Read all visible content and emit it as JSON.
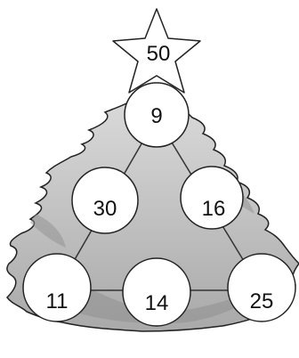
{
  "star": {
    "value": "50"
  },
  "circles": [
    {
      "id": "top",
      "value": "9"
    },
    {
      "id": "mid-left",
      "value": "30"
    },
    {
      "id": "mid-right",
      "value": "16"
    },
    {
      "id": "bottom-left",
      "value": "11"
    },
    {
      "id": "bottom-center",
      "value": "14"
    },
    {
      "id": "bottom-right",
      "value": "25"
    }
  ],
  "colors": {
    "tree_fill": "#c9c9c9",
    "tree_shadow": "#8f8f8f",
    "outline": "#222222",
    "circle_fill": "#ffffff"
  }
}
